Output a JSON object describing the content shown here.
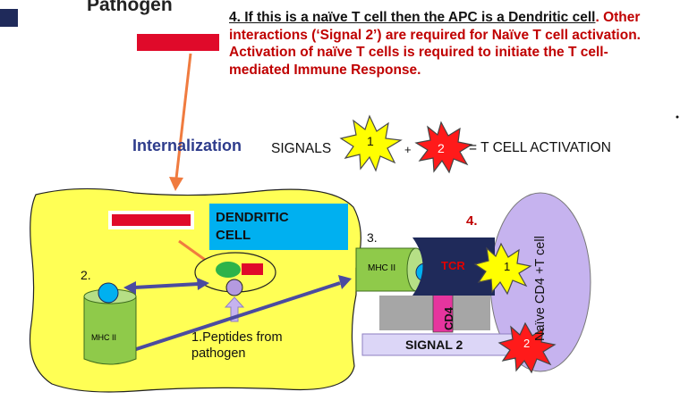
{
  "title": "Pathogen",
  "note": {
    "lead": "4. If this is a naïve T cell then the APC is a Dendritic cell",
    "rest": ". Other interactions (‘Signal 2’) are required for Naïve T cell activation. Activation of naïve T cells is required to initiate the T cell-mediated Immune Response."
  },
  "internalization": "Internalization",
  "signals_label": "SIGNALS",
  "signal1": "1",
  "plus": "+",
  "signal2_num": "2",
  "activation": "= T CELL ACTIVATION",
  "dendritic": {
    "line1": "DENDRITIC",
    "line2": "CELL"
  },
  "step3": "3.",
  "step2": "2.",
  "step4": "4.",
  "mhc_top": "MHC II",
  "mhc_bottom": "MHC II",
  "tcr": "TCR",
  "cd4": "CD4",
  "tcr_signal": "1",
  "signal2_bar": "SIGNAL 2",
  "signal2_star": "2",
  "peptides": {
    "line1": "1.Peptides from",
    "line2": "pathogen"
  },
  "naive_cell": "Naïve CD4 +T cell",
  "colors": {
    "red": "#e00a2a",
    "yellow": "#ffff55",
    "blue": "#00b0f0",
    "navy": "#1f2a5a",
    "green": "#8fca4a",
    "lavender": "#c6b3ef"
  }
}
